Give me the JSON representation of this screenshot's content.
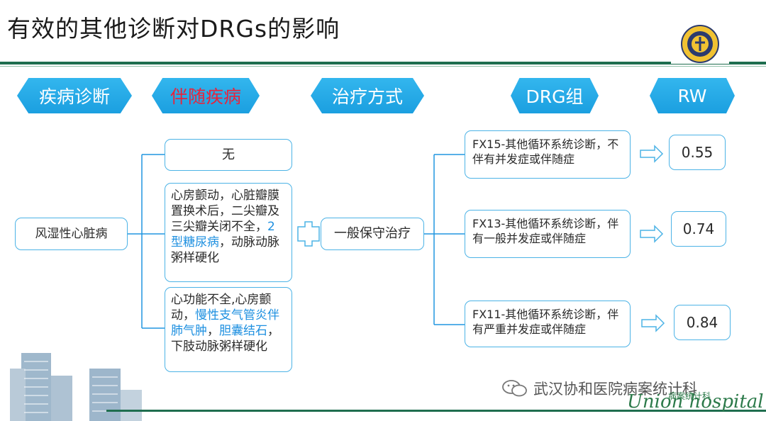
{
  "title": "有效的其他诊断对DRGs的影响",
  "headers": [
    "疾病诊断",
    "伴随疾病",
    "治疗方式",
    "DRG组",
    "RW"
  ],
  "disease": "风湿性心脏病",
  "comorbidity": {
    "none": "无",
    "group2": [
      {
        "text": "心房颤动，心脏瓣膜置换术后，二尖瓣及三尖瓣关闭不全，",
        "highlight": false
      },
      {
        "text": "2型糖尿病",
        "highlight": true
      },
      {
        "text": "，动脉动脉粥样硬化",
        "highlight": false
      }
    ],
    "group3": [
      {
        "text": "心功能不全,心房颤动，",
        "highlight": false
      },
      {
        "text": "慢性支气管炎伴肺气肿",
        "highlight": true
      },
      {
        "text": "，",
        "highlight": false
      },
      {
        "text": "胆囊结石",
        "highlight": true
      },
      {
        "text": "，下肢动脉粥样硬化",
        "highlight": false
      }
    ]
  },
  "treatment": "一般保守治疗",
  "drg_groups": [
    {
      "text": "FX15-其他循环系统诊断，不伴有并发症或伴随症",
      "rw": "0.55"
    },
    {
      "text": "FX13-其他循环系统诊断，伴有一般并发症或伴随症",
      "rw": "0.74"
    },
    {
      "text": "FX11-其他循环系统诊断，伴有严重并发症或伴随症",
      "rw": "0.84"
    }
  ],
  "watermark": "武汉协和医院病案统计科",
  "footer_logo": "Union hospital",
  "footer_logo_cn": "病案统计科",
  "colors": {
    "accent": "#1b9fe0",
    "highlight": "#1e90e0",
    "header_red": "#e8233c",
    "rule": "#1f6e4f"
  }
}
